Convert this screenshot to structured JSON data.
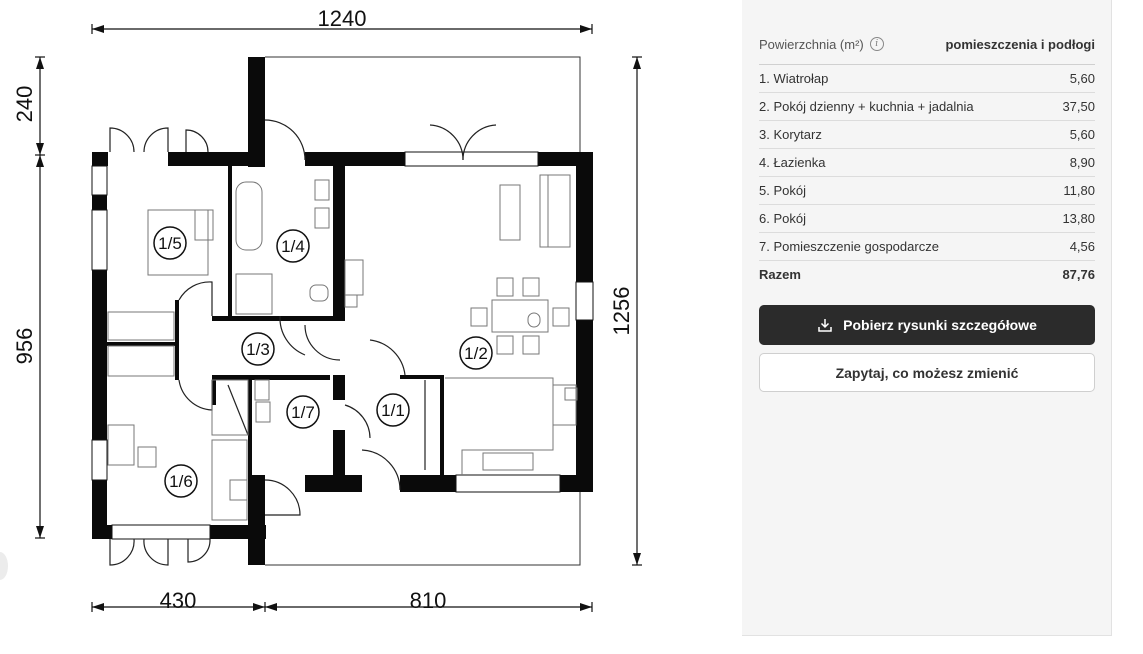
{
  "plan": {
    "dims": {
      "top": "1240",
      "left_top": "240",
      "left_main": "956",
      "right": "1256",
      "bottom_left": "430",
      "bottom_right": "810"
    },
    "room_labels": [
      "1/1",
      "1/2",
      "1/3",
      "1/4",
      "1/5",
      "1/6",
      "1/7"
    ]
  },
  "panel": {
    "header_label": "Powierzchnia (m²)",
    "info_icon": "info-icon",
    "header_right": "pomieszczenia i podłogi",
    "rows": [
      {
        "name": "1. Wiatrołap",
        "value": "5,60"
      },
      {
        "name": "2. Pokój dzienny + kuchnia + jadalnia",
        "value": "37,50"
      },
      {
        "name": "3. Korytarz",
        "value": "5,60"
      },
      {
        "name": "4. Łazienka",
        "value": "8,90"
      },
      {
        "name": "5. Pokój",
        "value": "11,80"
      },
      {
        "name": "6. Pokój",
        "value": "13,80"
      },
      {
        "name": "7. Pomieszczenie gospodarcze",
        "value": "4,56"
      }
    ],
    "total": {
      "name": "Razem",
      "value": "87,76"
    },
    "download_icon": "download-icon",
    "download_button": "Pobierz rysunki szczegółowe",
    "ask_button": "Zapytaj, co możesz zmienić"
  }
}
